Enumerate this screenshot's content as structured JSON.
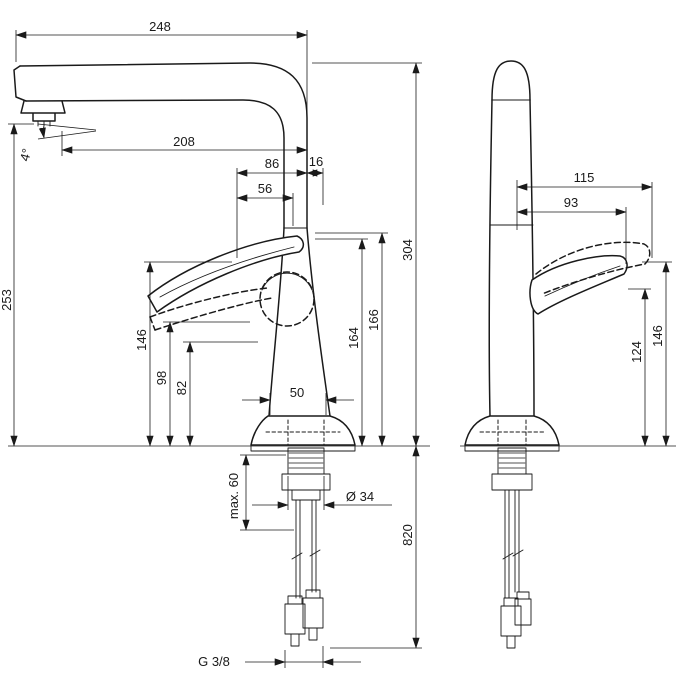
{
  "colors": {
    "line": "#1a1a1a",
    "background": "#ffffff"
  },
  "dims": {
    "d248": "248",
    "d208": "208",
    "d86": "86",
    "d16": "16",
    "d56": "56",
    "angle": "4°",
    "d253": "253",
    "d146_left": "146",
    "d98": "98",
    "d82": "82",
    "d50": "50",
    "d164": "164",
    "d166": "166",
    "d304": "304",
    "d820": "820",
    "d115": "115",
    "d93": "93",
    "d124": "124",
    "d146_right": "146",
    "diameter": "Ø 34",
    "max_height": "max. 60",
    "thread": "G 3/8"
  }
}
